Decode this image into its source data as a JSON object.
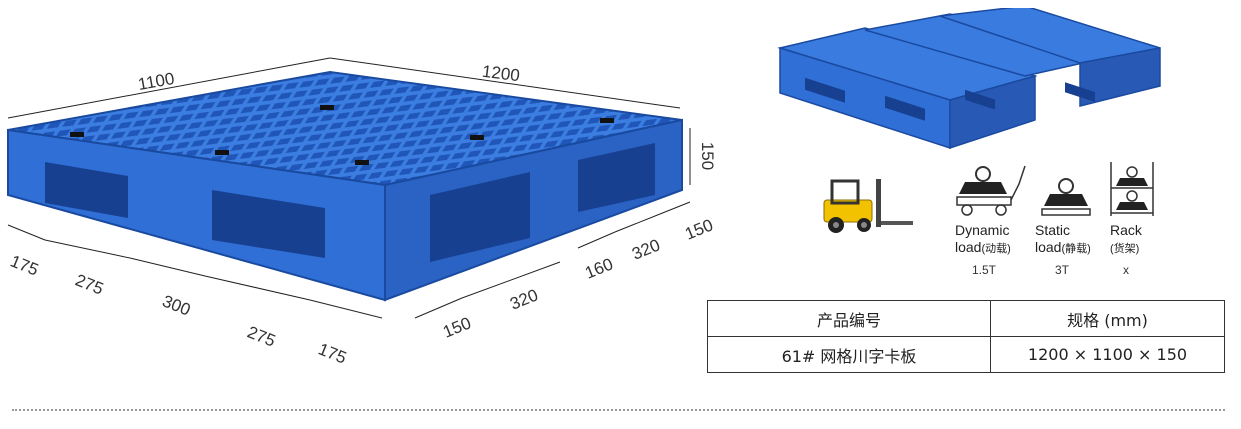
{
  "dimensions": {
    "width_1100": "1100",
    "length_1200": "1200",
    "height_150": "150",
    "left_175a": "175",
    "left_275a": "275",
    "left_300": "300",
    "left_275b": "275",
    "left_175b": "175",
    "right_150a": "150",
    "right_320a": "320",
    "right_160": "160",
    "right_320b": "320",
    "right_150b": "150"
  },
  "loads": {
    "dynamic": {
      "line1": "Dynamic",
      "line2": "load",
      "cn": "(动载)",
      "value": "1.5T"
    },
    "static": {
      "line1": "Static",
      "line2": "load",
      "cn": "(静载)",
      "value": "3T"
    },
    "rack": {
      "line1": "Rack",
      "cn": "(货架)",
      "value": "x"
    }
  },
  "spec_table": {
    "headers": [
      "产品编号",
      "规格 (mm)"
    ],
    "row": [
      "61# 网格川字卡板",
      "1200 × 1100 × 150"
    ]
  },
  "colors": {
    "pallet_blue": "#2f6fd6",
    "pallet_dark": "#1d4fa8",
    "pallet_light": "#5b93ea",
    "forklift_yellow": "#f2c200"
  }
}
